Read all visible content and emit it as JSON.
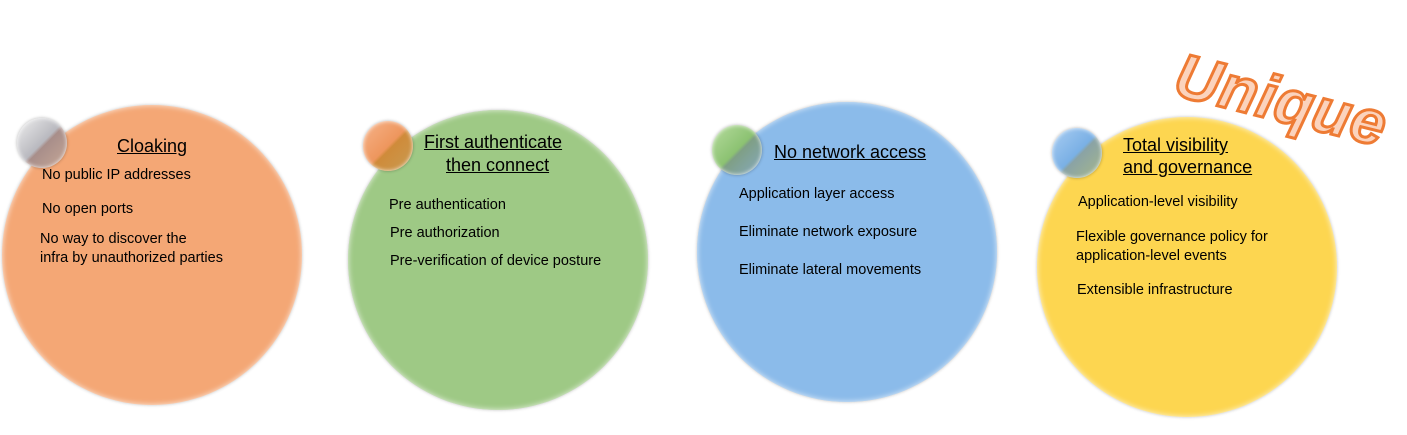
{
  "unique_label": "Unique",
  "colors": {
    "orange": "#f4a775",
    "green": "#9ec985",
    "blue": "#8bbbea",
    "yellow": "#fdd650",
    "accent": "#ee7b34"
  },
  "circles": [
    {
      "title_lines": [
        "Cloaking"
      ],
      "items": [
        "No public IP addresses",
        "No open ports",
        "No way to discover the",
        "infra by unauthorized parties"
      ]
    },
    {
      "title_lines": [
        "First authenticate",
        "then connect"
      ],
      "items": [
        "Pre authentication",
        "Pre authorization",
        "Pre-verification of device posture"
      ]
    },
    {
      "title_lines": [
        "No network access"
      ],
      "items": [
        "Application layer access",
        "Eliminate network exposure",
        "Eliminate lateral movements"
      ]
    },
    {
      "title_lines": [
        "Total visibility",
        "and governance"
      ],
      "items": [
        "Application-level visibility",
        "Flexible governance policy for",
        "application-level events",
        "Extensible infrastructure"
      ]
    }
  ]
}
